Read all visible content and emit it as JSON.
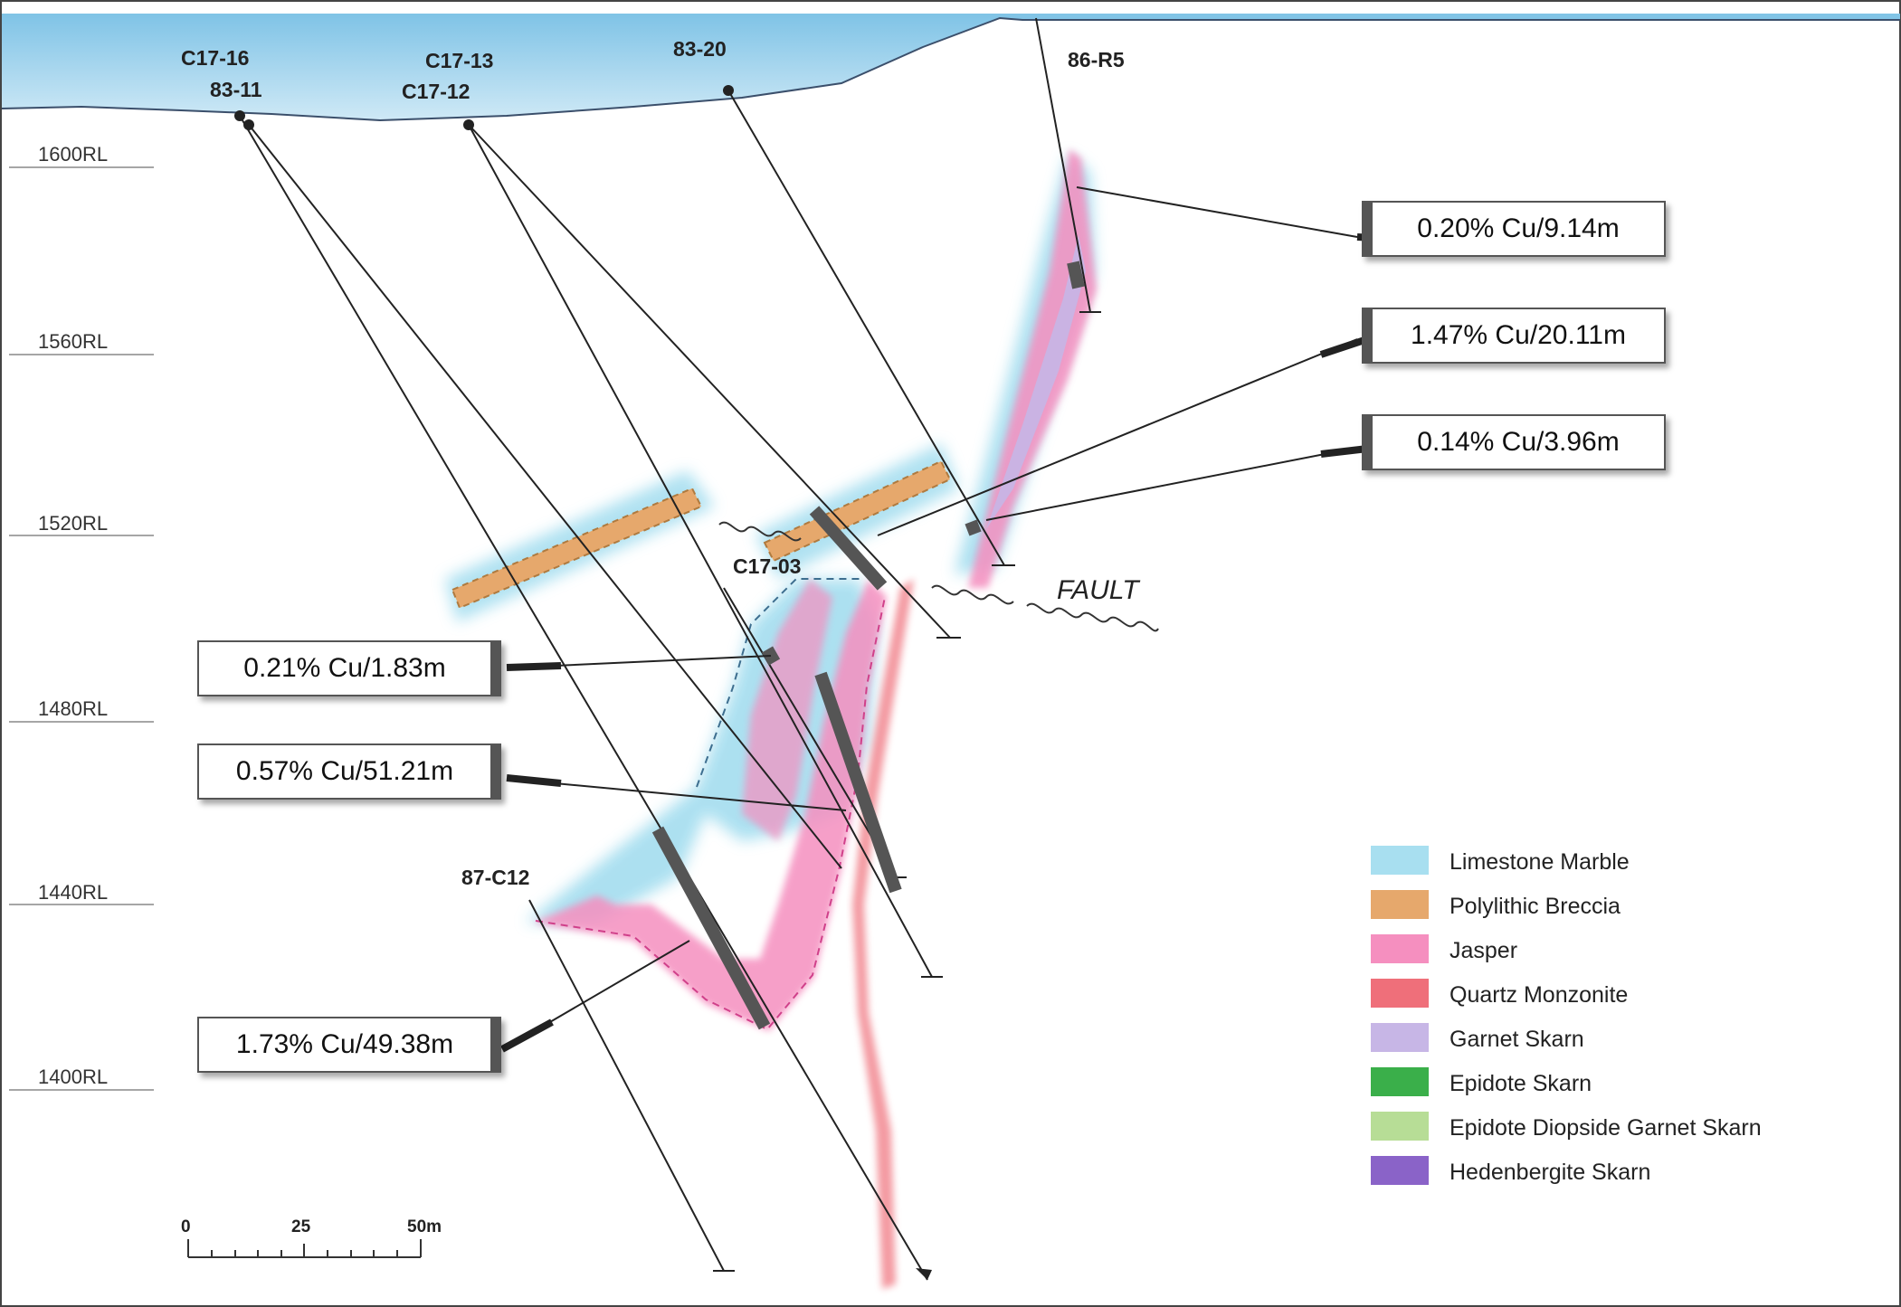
{
  "drill_holes": [
    {
      "id": "c17-16",
      "label": "C17-16"
    },
    {
      "id": "83-11",
      "label": "83-11"
    },
    {
      "id": "c17-13",
      "label": "C17-13"
    },
    {
      "id": "c17-12",
      "label": "C17-12"
    },
    {
      "id": "83-20",
      "label": "83-20"
    },
    {
      "id": "86-r5",
      "label": "86-R5"
    },
    {
      "id": "c17-03",
      "label": "C17-03"
    },
    {
      "id": "87-c12",
      "label": "87-C12"
    }
  ],
  "elevations": [
    "1600RL",
    "1560RL",
    "1520RL",
    "1480RL",
    "1440RL",
    "1400RL"
  ],
  "fault_label": "FAULT",
  "intercepts": [
    {
      "id": "i1",
      "text": "0.20% Cu/9.14m"
    },
    {
      "id": "i2",
      "text": "1.47% Cu/20.11m"
    },
    {
      "id": "i3",
      "text": "0.14% Cu/3.96m"
    },
    {
      "id": "i4",
      "text": "0.21% Cu/1.83m"
    },
    {
      "id": "i5",
      "text": "0.57% Cu/51.21m"
    },
    {
      "id": "i6",
      "text": "1.73% Cu/49.38m"
    }
  ],
  "scale_bar": {
    "labels": [
      "0",
      "25",
      "50m"
    ]
  },
  "legend": [
    {
      "label": "Limestone Marble",
      "color": "#a8dff0"
    },
    {
      "label": "Polylithic Breccia",
      "color": "#e6a86c"
    },
    {
      "label": "Jasper",
      "color": "#f58fbf"
    },
    {
      "label": "Quartz Monzonite",
      "color": "#ef6f7a"
    },
    {
      "label": "Garnet Skarn",
      "color": "#c7b6e6"
    },
    {
      "label": "Epidote Skarn",
      "color": "#3aaf4a"
    },
    {
      "label": "Epidote Diopside Garnet Skarn",
      "color": "#b7dd96"
    },
    {
      "label": "Hedenbergite Skarn",
      "color": "#8a63c8"
    }
  ]
}
